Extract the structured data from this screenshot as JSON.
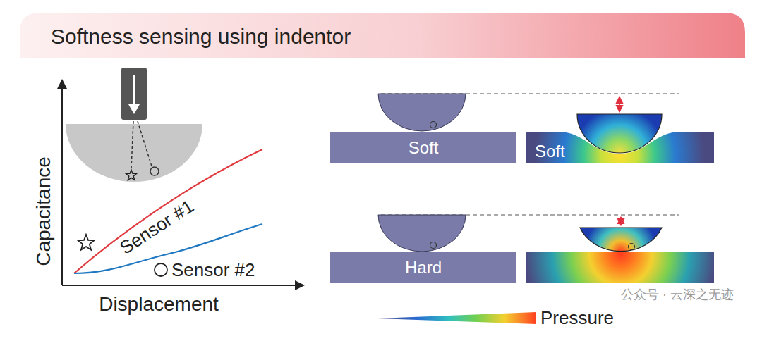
{
  "diagram": {
    "title": "Softness sensing using indentor",
    "nodes": [
      {
        "text": [
          "Soft"
        ]
      },
      {
        "text": [
          "Soft"
        ]
      },
      {
        "text": [
          "Hard"
        ]
      }
    ],
    "labels": [
      "Capacitance",
      "Displacement",
      "Sensor #1",
      "Sensor #2",
      "Pressure",
      "公众号 · 云深之无迹"
    ]
  }
}
